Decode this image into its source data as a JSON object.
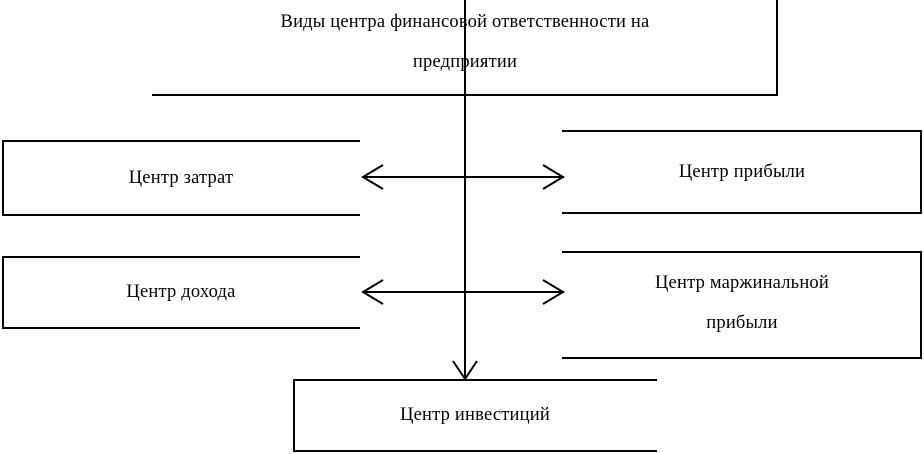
{
  "diagram": {
    "type": "hierarchy-flowchart",
    "language": "ru",
    "title_box": {
      "label": "Виды центра финансовой ответственности на\nпредприятии"
    },
    "nodes": [
      {
        "id": "cost-center",
        "label": "Центр затрат"
      },
      {
        "id": "profit-center",
        "label": "Центр прибыли"
      },
      {
        "id": "revenue-center",
        "label": "Центр дохода"
      },
      {
        "id": "marginal-profit-center",
        "label": "Центр маржинальной\nприбыли"
      },
      {
        "id": "investment-center",
        "label": "Центр инвестиций"
      }
    ],
    "connectors": [
      {
        "id": "trunk",
        "kind": "vertical-arrow-down"
      },
      {
        "id": "row1-link",
        "kind": "double-headed-arrow"
      },
      {
        "id": "row2-link",
        "kind": "double-headed-arrow"
      }
    ],
    "colors": {
      "stroke": "#000000",
      "background": "#ffffff",
      "text": "#000000"
    }
  }
}
